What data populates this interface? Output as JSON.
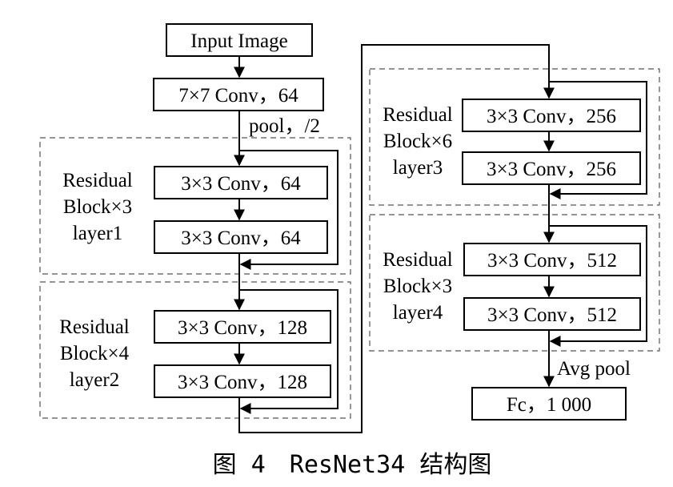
{
  "boxes": {
    "input": "Input Image",
    "conv7": "7×7 Conv，64",
    "l1a": "3×3 Conv，64",
    "l1b": "3×3 Conv，64",
    "l2a": "3×3 Conv，128",
    "l2b": "3×3 Conv，128",
    "l3a": "3×3 Conv，256",
    "l3b": "3×3 Conv，256",
    "l4a": "3×3 Conv，512",
    "l4b": "3×3 Conv，512",
    "fc": "Fc，1 000"
  },
  "edge_labels": {
    "pool": "pool，/2",
    "avgpool": "Avg pool"
  },
  "groups": {
    "layer1": [
      "Residual",
      "Block×3",
      "layer1"
    ],
    "layer2": [
      "Residual",
      "Block×4",
      "layer2"
    ],
    "layer3": [
      "Residual",
      "Block×6",
      "layer3"
    ],
    "layer4": [
      "Residual",
      "Block×3",
      "layer4"
    ]
  },
  "caption": "图 4　ResNet34 结构图"
}
